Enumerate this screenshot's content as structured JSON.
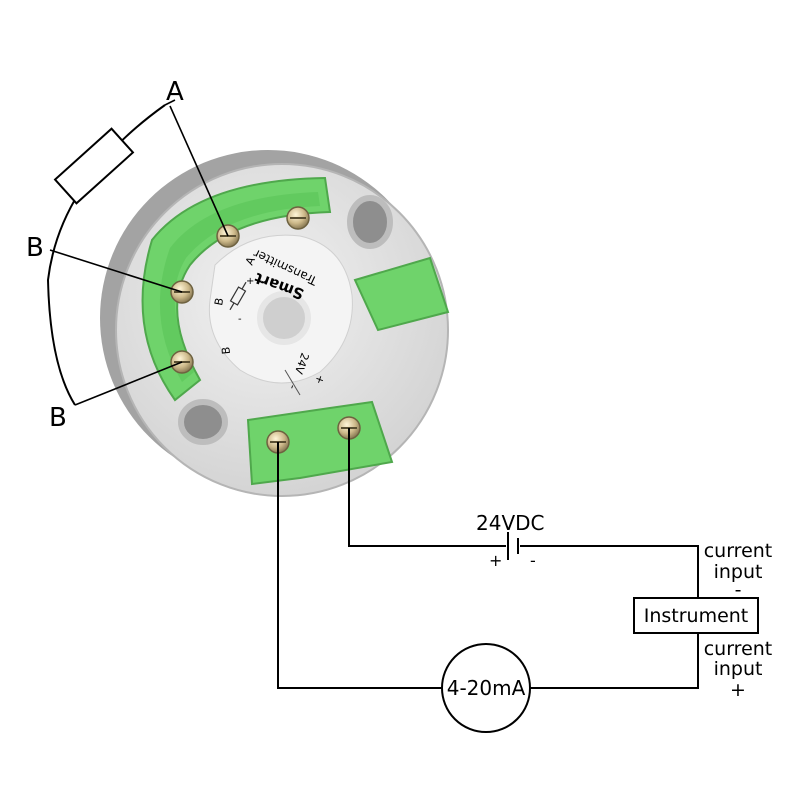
{
  "device": {
    "brand_line1": "Smart",
    "brand_line2": "Transmitter",
    "sensor_terminals": [
      "A",
      "B",
      "B"
    ],
    "power_marks": {
      "voltage": "24V",
      "plus": "+",
      "minus": "-"
    },
    "rtd_marks": {
      "plus": "+",
      "minus": "-"
    }
  },
  "sensor_labels": {
    "a": "A",
    "b_top": "B",
    "b_bottom": "B"
  },
  "power_supply": {
    "label": "24VDC",
    "plus": "+",
    "minus": "-"
  },
  "meter": {
    "label": "4-20mA"
  },
  "instrument": {
    "label": "Instrument",
    "top_line1": "current",
    "top_line2": "input",
    "top_sign": "-",
    "bottom_line1": "current",
    "bottom_line2": "input",
    "bottom_sign": "+"
  },
  "colors": {
    "terminal_green": "#6fd36b",
    "housing_grey": "#dcdcdc",
    "housing_dark": "#9a9a9a",
    "wire": "#000000"
  }
}
